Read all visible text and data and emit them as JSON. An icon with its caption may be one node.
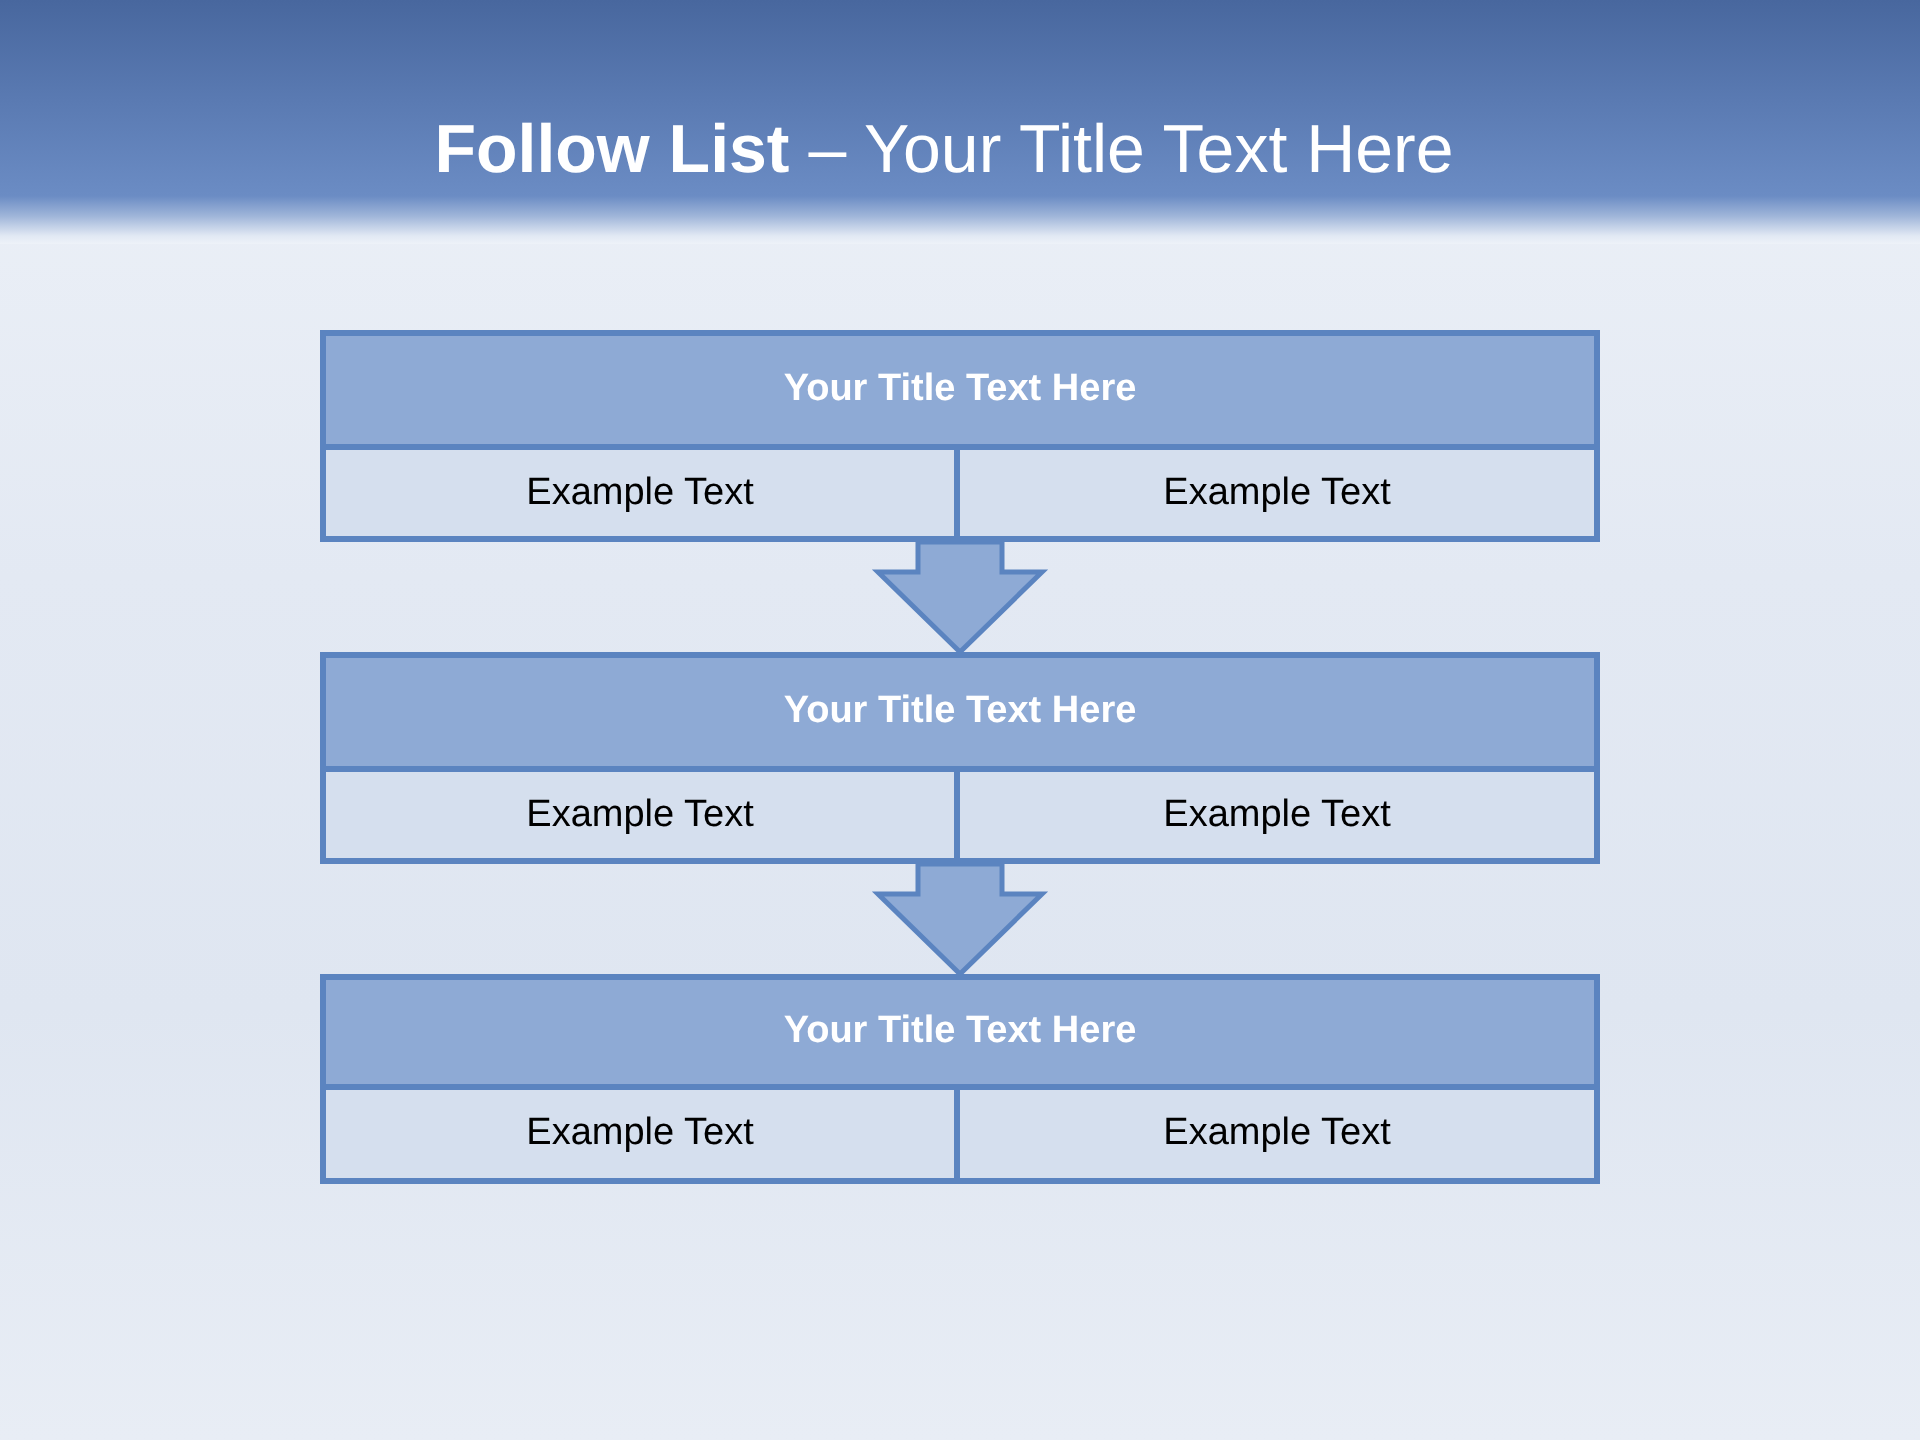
{
  "diagram": {
    "title": "**Follow List** – Your Title Text Here",
    "nodes": [
      {
        "text": [],
        "shape": "box"
      },
      {
        "text": [
          "Your Title Text Here"
        ],
        "in": 0
      },
      {
        "text": [
          "Example Text"
        ],
        "in": 0
      },
      {
        "text": [
          "Example Text"
        ],
        "in": 0
      },
      {
        "text": [],
        "shape": "box"
      },
      {
        "text": [
          "Your Title Text Here"
        ],
        "in": 4
      },
      {
        "text": [
          "Example Text"
        ],
        "in": 4
      },
      {
        "text": [
          "Example Text"
        ],
        "in": 4
      },
      {
        "text": [],
        "shape": "box"
      },
      {
        "text": [
          "Your Title Text Here"
        ],
        "in": 8
      },
      {
        "text": [
          "Example Text"
        ],
        "in": 8
      },
      {
        "text": [
          "Example Text"
        ],
        "in": 8
      }
    ],
    "edges": [
      {
        "from": 0,
        "to": 4,
        "arrow": "to"
      },
      {
        "from": 4,
        "to": 8,
        "arrow": "to"
      }
    ]
  }
}
